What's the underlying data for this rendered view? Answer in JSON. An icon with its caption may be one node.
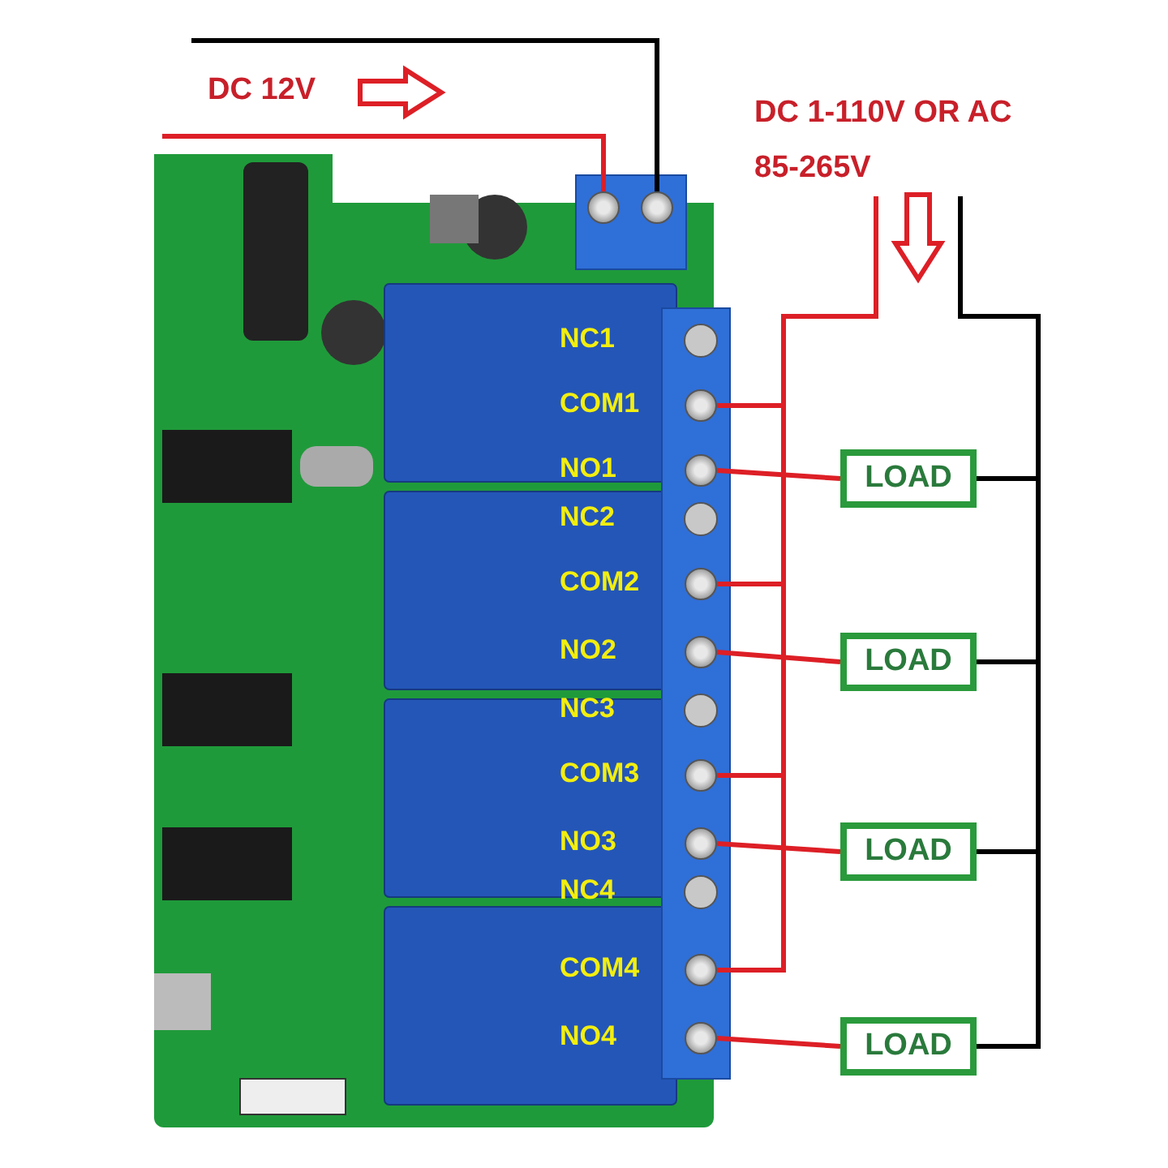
{
  "diagram": {
    "nodes": [
      {
        "text": [],
        "shape": "circle"
      },
      {
        "text": [],
        "shape": "circle"
      },
      {
        "text": [],
        "shape": "circle"
      },
      {
        "text": [],
        "shape": "circle"
      },
      {
        "text": [],
        "shape": "circle"
      },
      {
        "text": [],
        "shape": "circle"
      },
      {
        "text": [],
        "shape": "circle"
      },
      {
        "text": [],
        "shape": "circle"
      },
      {
        "text": [],
        "shape": "circle"
      },
      {
        "text": [],
        "shape": "circle"
      },
      {
        "text": [
          "LOAD"
        ]
      },
      {
        "text": [
          "LOAD"
        ]
      },
      {
        "text": [
          "LOAD"
        ]
      },
      {
        "text": [
          "LOAD"
        ]
      },
      {
        "text": [
          "DC 1-110V OR AC 85-265V"
        ]
      }
    ],
    "edges": [
      {
        "from": null,
        "to": 0,
        "arrow": "none"
      },
      {
        "from": null,
        "to": 1,
        "arrow": "none",
        "color": "#000000"
      },
      {
        "from": 14,
        "to": 2,
        "arrow": "none"
      },
      {
        "from": 14,
        "to": 4,
        "arrow": "none"
      },
      {
        "from": 14,
        "to": 6,
        "arrow": "none"
      },
      {
        "from": 14,
        "to": 8,
        "arrow": "none"
      },
      {
        "from": 3,
        "to": 10,
        "arrow": "none"
      },
      {
        "from": 5,
        "to": 11,
        "arrow": "none"
      },
      {
        "from": 7,
        "to": 12,
        "arrow": "none"
      },
      {
        "from": 9,
        "to": 13,
        "arrow": "none"
      },
      {
        "from": 10,
        "to": 14,
        "arrow": "none",
        "color": "#000000"
      },
      {
        "from": 11,
        "to": 14,
        "arrow": "none",
        "color": "#000000"
      },
      {
        "from": 12,
        "to": 14,
        "arrow": "none",
        "color": "#000000"
      },
      {
        "from": 13,
        "to": 14,
        "arrow": "none",
        "color": "#000000"
      }
    ],
    "labels": [
      "DC 12V",
      "NC1",
      "COM1",
      "NO1",
      "NC2",
      "COM2",
      "NO2",
      "NC3",
      "COM3",
      "NO3",
      "NC4",
      "COM4",
      "NO4"
    ]
  }
}
